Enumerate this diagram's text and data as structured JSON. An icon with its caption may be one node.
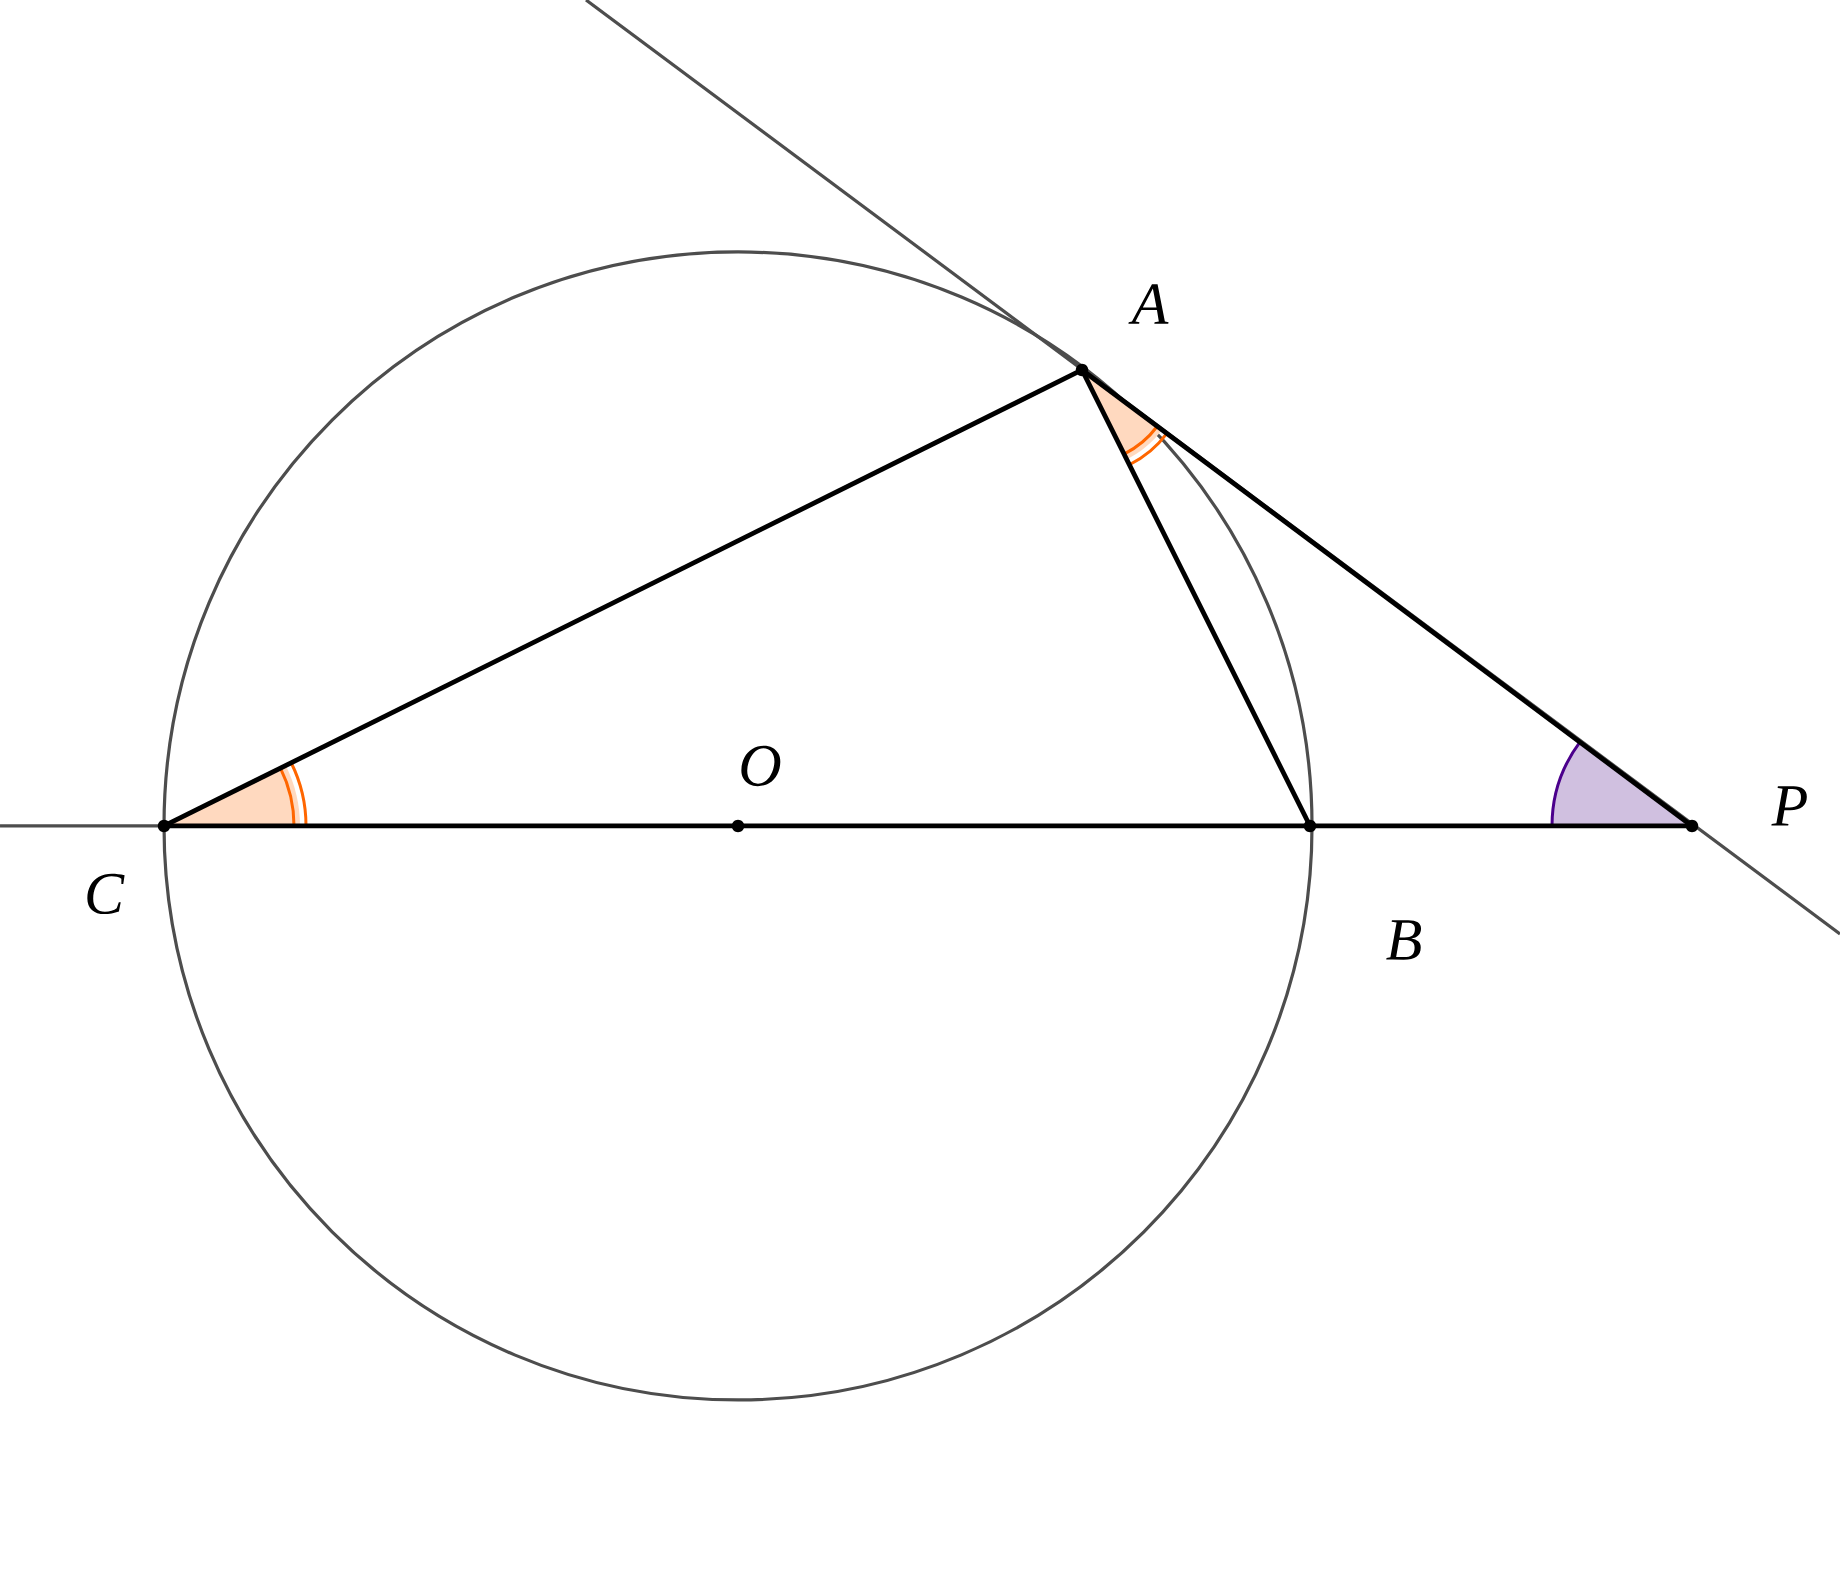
{
  "diagram": {
    "nodes": [
      {
        "text": [],
        "shape": "circle",
        "beside": [
          "A"
        ]
      },
      {
        "text": [],
        "shape": "circle",
        "beside": [
          "O"
        ]
      },
      {
        "text": [],
        "shape": "circle",
        "beside": [
          "P"
        ]
      },
      {
        "text": [],
        "shape": "circle",
        "beside": [
          "C"
        ]
      },
      {
        "text": [],
        "shape": "circle",
        "beside": [
          "B"
        ]
      }
    ],
    "edges": [
      {
        "from": 3,
        "to": 0,
        "arrow": "none"
      },
      {
        "from": 0,
        "to": 4,
        "arrow": "none"
      },
      {
        "from": 0,
        "to": 2,
        "arrow": "none"
      },
      {
        "from": 3,
        "to": 1,
        "arrow": "none"
      },
      {
        "from": 1,
        "to": 4,
        "arrow": "none"
      },
      {
        "from": 4,
        "to": 2,
        "arrow": "none"
      }
    ]
  }
}
